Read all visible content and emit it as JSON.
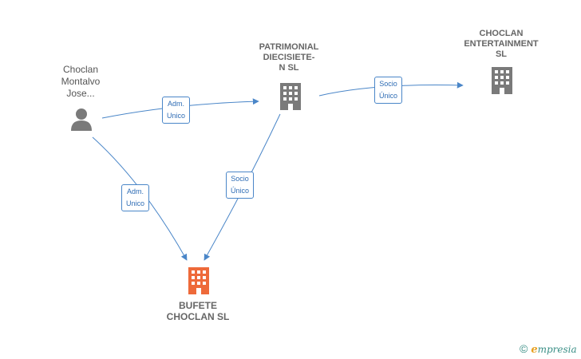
{
  "nodes": {
    "person": {
      "lines": [
        "Choclan",
        "Montalvo",
        "Jose..."
      ],
      "type": "person"
    },
    "patrimonial": {
      "lines": [
        "PATRIMONIAL",
        "DIECISIETE-",
        "N  SL"
      ],
      "type": "company"
    },
    "entertainment": {
      "lines": [
        "CHOCLAN",
        "ENTERTAINMENT",
        "SL"
      ],
      "type": "company"
    },
    "bufete": {
      "lines": [
        "BUFETE",
        "CHOCLAN  SL"
      ],
      "type": "company-highlight"
    }
  },
  "edges": {
    "person_to_patrimonial": {
      "lines": [
        "Adm.",
        "Unico"
      ]
    },
    "patrimonial_to_entertainment": {
      "lines": [
        "Socio",
        "Único"
      ]
    },
    "person_to_bufete": {
      "lines": [
        "Adm.",
        "Unico"
      ]
    },
    "patrimonial_to_bufete": {
      "lines": [
        "Socio",
        "Único"
      ]
    }
  },
  "colors": {
    "edge": "#4a86c8",
    "company_icon": "#7a7a7a",
    "highlight_icon": "#ee6a3a",
    "person_icon": "#7a7a7a"
  },
  "footer": {
    "copyright": "©",
    "brand_initial": "e",
    "brand_rest": "mpresia"
  }
}
